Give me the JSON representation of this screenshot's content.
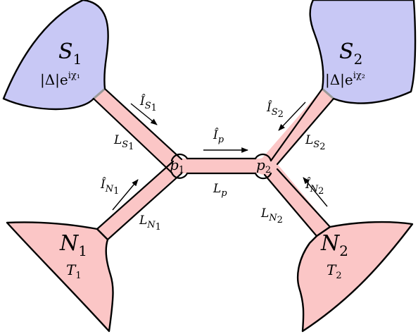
{
  "reservoirs": {
    "S1": {
      "name": "S",
      "index": "1",
      "gap": "|Δ|e",
      "phase": "iχ₁"
    },
    "S2": {
      "name": "S",
      "index": "2",
      "gap": "|Δ|e",
      "phase": "iχ₂"
    },
    "N1": {
      "name": "N",
      "index": "1",
      "temp": "T",
      "temp_index": "1"
    },
    "N2": {
      "name": "N",
      "index": "2",
      "temp": "T",
      "temp_index": "2"
    }
  },
  "nodes": {
    "p1": {
      "name": "p",
      "index": "1"
    },
    "p2": {
      "name": "p",
      "index": "2"
    }
  },
  "lengths": {
    "LS1": {
      "name": "L",
      "sub": "S",
      "sub_index": "1"
    },
    "LS2": {
      "name": "L",
      "sub": "S",
      "sub_index": "2"
    },
    "LN1": {
      "name": "L",
      "sub": "N",
      "sub_index": "1"
    },
    "LN2": {
      "name": "L",
      "sub": "N",
      "sub_index": "2"
    },
    "Lp": {
      "name": "L",
      "sub": "p"
    }
  },
  "currents": {
    "IS1": {
      "name": "Î",
      "sub": "S",
      "sub_index": "1"
    },
    "IS2": {
      "name": "Î",
      "sub": "S",
      "sub_index": "2"
    },
    "IN1": {
      "name": "Î",
      "sub": "N",
      "sub_index": "1"
    },
    "IN2": {
      "name": "Î",
      "sub": "N",
      "sub_index": "2"
    },
    "Ip": {
      "name": "Î",
      "sub": "p"
    }
  },
  "colors": {
    "superconductor": "#c8c8f5",
    "normal_metal": "#fbc6c6",
    "interface": "#9a9a9a",
    "outline": "#000000"
  }
}
